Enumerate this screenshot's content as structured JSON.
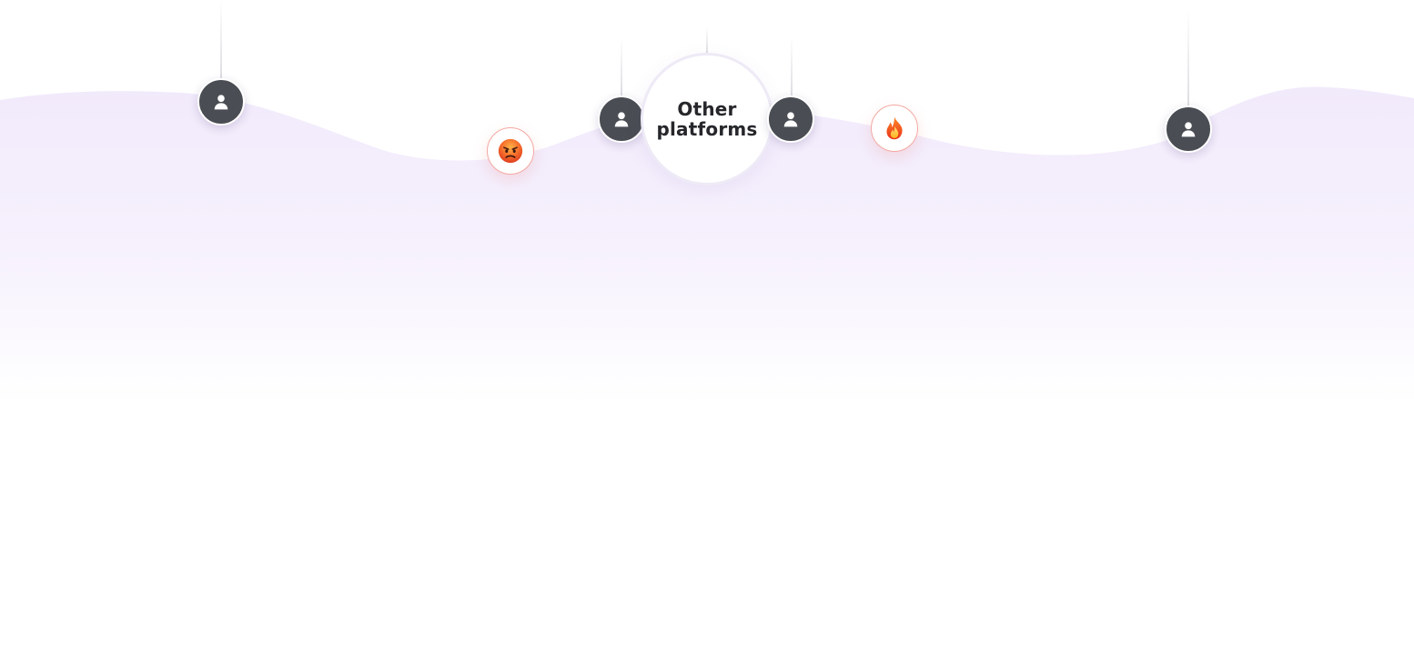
{
  "hub": {
    "label": "Other platforms"
  },
  "nodes": [
    {
      "kind": "avatar",
      "icon": "user-icon"
    },
    {
      "kind": "emoji",
      "icon": "angry-face-icon"
    },
    {
      "kind": "avatar",
      "icon": "user-icon"
    },
    {
      "kind": "avatar",
      "icon": "user-icon"
    },
    {
      "kind": "emoji",
      "icon": "fire-icon"
    },
    {
      "kind": "avatar",
      "icon": "user-icon"
    }
  ],
  "colors": {
    "avatar_bg": "#4a4d53",
    "wave_top": "#f3edfc",
    "emoji_border": "#f4a9a3",
    "hub_text": "#26272b"
  }
}
